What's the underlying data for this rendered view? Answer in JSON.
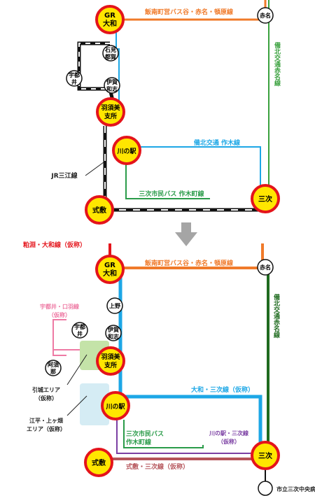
{
  "colors": {
    "orange": "#f07a2a",
    "green": "#3aa13e",
    "green_dark": "#1f6b1f",
    "blue": "#1da7e6",
    "teal": "#2a9b49",
    "red": "#e4141b",
    "pink": "#ee7aa4",
    "purple": "#7b3fa3",
    "brown": "#b5545a",
    "gray_arrow": "#a5a5a5",
    "area_green": "#c4e3a8",
    "area_blue": "#d5ecf4",
    "stop_yellow": "#ffe600",
    "stop_red_ring": "#e4141b"
  },
  "stops": {
    "gr_yamato": "GR\n大和",
    "akana": "赤名",
    "iwami_tsuga": "石見\n都賀",
    "utsui": "宇都\n井",
    "iga_wachi": "伊賀\n和志",
    "hasumi_shisho": "羽須美\n支所",
    "kawanoeki": "川の駅",
    "shikijiki": "式敷",
    "miyoshi": "三次",
    "kamino": "上野",
    "asuhe": "阿須\n那",
    "hospital": "市立三次中央病"
  },
  "top_map": {
    "line_iinan": "飯南町営バス谷・赤名・頓原線",
    "line_bihoku": "備北交通赤名線",
    "line_sakugi": "備北交通 作木線",
    "line_miyoshi_city": "三次市民バス 作木町線",
    "line_jr": "JR三江線"
  },
  "bottom_map": {
    "line_yamato_new": "粕淵・大和線（仮称）",
    "line_iinan": "飯南町営バス谷・赤名・頓原線",
    "line_bihoku": "備北交通赤名線",
    "line_utsui": "宇都井・口羽線\n（仮称）",
    "area_hikishiro": "引城エリア\n（仮称）",
    "area_ehira": "江平・上ヶ畑\nエリア（仮称）",
    "line_yamato_miyoshi": "大和・三次線（仮称）",
    "line_miyoshi_city": "三次市民バス\n作木町線",
    "line_kawanoeki_miyoshi": "川の駅・三次線\n（仮称）",
    "line_shikijiki_miyoshi": "式敷・三次線（仮称）"
  }
}
